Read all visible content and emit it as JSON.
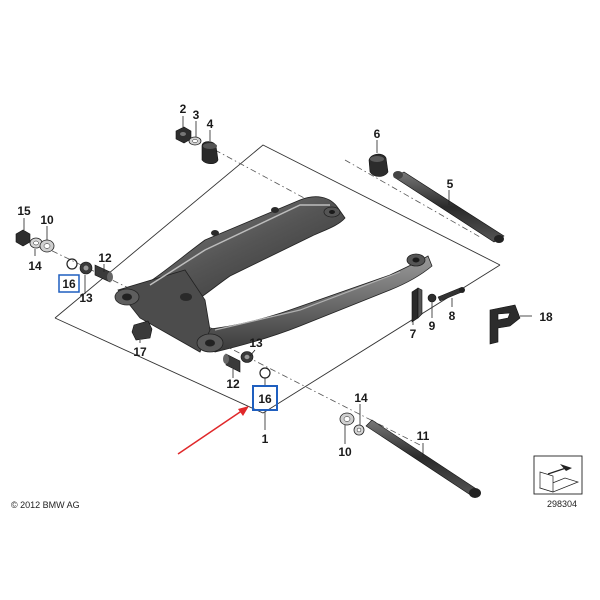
{
  "callouts": {
    "c1": "1",
    "c2": "2",
    "c3": "3",
    "c4": "4",
    "c5": "5",
    "c6": "6",
    "c7": "7",
    "c8": "8",
    "c9": "9",
    "c10_left": "10",
    "c10_bottom": "10",
    "c11": "11",
    "c12_top": "12",
    "c12_bottom": "12",
    "c13_left": "13",
    "c13_right": "13",
    "c14_left": "14",
    "c14_bottom": "14",
    "c15": "15",
    "c16_left": "16",
    "c16_highlighted": "16",
    "c17": "17",
    "c18": "18"
  },
  "footer": {
    "copyright": "© 2012 BMW AG",
    "doc_number": "298304"
  },
  "colors": {
    "highlight_box": "#1f5fbf",
    "arrow": "#e0282a",
    "part_dark": "#3a3a3a",
    "part_mid": "#6e6e6e",
    "part_light": "#a9a9a9"
  }
}
